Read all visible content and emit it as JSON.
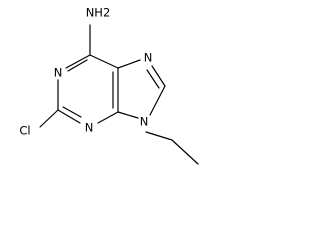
{
  "molecule": {
    "atoms": {
      "amino": "NH2",
      "n1": "N",
      "n3": "N",
      "n7": "N",
      "n9": "N",
      "chloro": "Cl"
    }
  }
}
